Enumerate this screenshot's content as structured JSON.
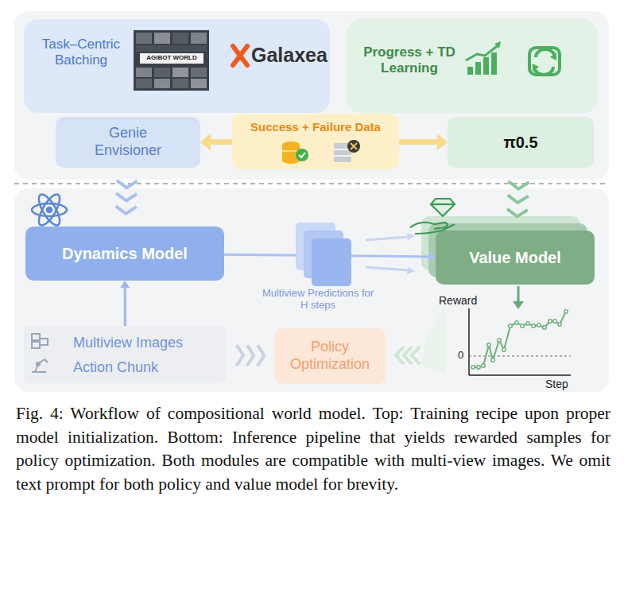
{
  "diagram": {
    "caption": "Fig. 4: Workflow of compositional world model. Top: Training recipe upon proper model initialization. Bottom: Inference pipeline that yields rewarded samples for policy optimization. Both modules are compatible with multi-view images. We omit text prompt for both policy and value model for brevity.",
    "nodes": [
      {
        "text": [
          "Task–Centric Batching"
        ]
      },
      {
        "text": [
          "Progress + TD Learning"
        ]
      },
      {
        "text": [
          "Genie Envisioner"
        ]
      },
      {
        "text": [
          "Success + Failure Data"
        ]
      },
      {
        "text": [
          "π0.5"
        ]
      },
      {
        "text": [
          "Dynamics Model"
        ]
      },
      {
        "text": [
          "Value Model"
        ]
      },
      {
        "text": [
          "Multiview Images",
          "Action Chunk"
        ]
      },
      {
        "text": [
          "Policy Optimization"
        ]
      }
    ],
    "edges": [
      {
        "from": 3,
        "to": 2,
        "arrow": "to"
      },
      {
        "from": 3,
        "to": 4,
        "arrow": "to"
      },
      {
        "from": 2,
        "to": 5,
        "arrow": "to"
      },
      {
        "from": 4,
        "to": 6,
        "arrow": "to"
      },
      {
        "from": 5,
        "to": 6,
        "arrow": "to"
      },
      {
        "from": 7,
        "to": 5,
        "arrow": "to"
      },
      {
        "from": 7,
        "to": 8,
        "arrow": "to"
      }
    ],
    "labels": [
      "AGIBOT WORLD",
      "Galaxea",
      "Multiview Predictions for H steps",
      "Reward",
      "0",
      "Step"
    ]
  }
}
